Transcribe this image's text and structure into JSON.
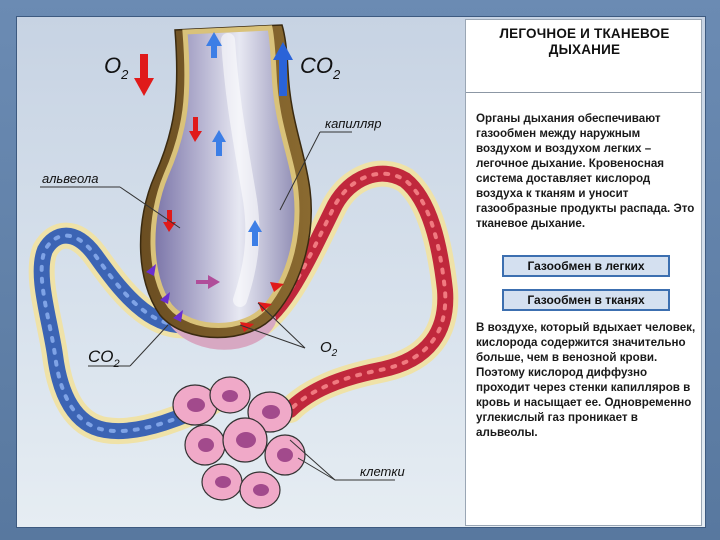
{
  "diagram": {
    "labels": {
      "o2_top": "O",
      "o2_top_sub": "2",
      "co2_top": "CO",
      "co2_top_sub": "2",
      "capillary": "капилляр",
      "alveola": "альвеола",
      "co2_bottom": "CO",
      "co2_bottom_sub": "2",
      "o2_bottom": "O",
      "o2_bottom_sub": "2",
      "cells": "клетки"
    },
    "colors": {
      "oxygen_arrow": "#e01a1a",
      "co2_arrow": "#2a63d8",
      "arterial": "#c0283c",
      "venous": "#3c64b4",
      "cell": "#f0a9c8",
      "cell_nucleus": "#a24a8c",
      "alveola_wall": "#d9c27a"
    }
  },
  "panel": {
    "title_line1": "ЛЕГОЧНОЕ И ТКАНЕВОЕ",
    "title_line2": "ДЫХАНИЕ",
    "paragraph1": "Органы дыхания обеспечивают газообмен между наружным воздухом и воздухом легких – легочное дыхание. Кровеносная система доставляет кислород воздуха к тканям и уносит газообразные продукты распада. Это тканевое дыхание.",
    "button1": "Газообмен в легких",
    "button2": "Газообмен в тканях",
    "paragraph2": "В воздухе, который вдыхает человек, кислорода содержится значительно больше, чем в венозной крови. Поэтому кислород диффузно проходит через стенки капилляров в кровь и насыщает ее. Одновременно углекислый газ проникает в альвеолы."
  }
}
